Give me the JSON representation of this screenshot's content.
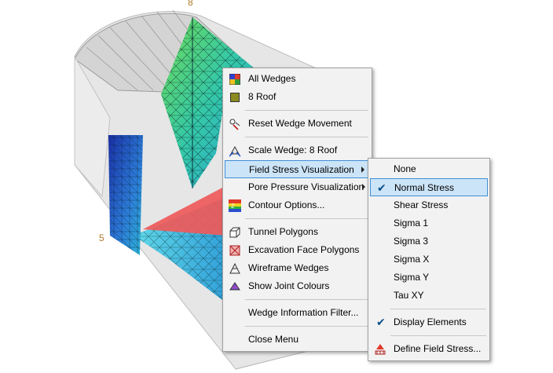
{
  "labels": {
    "wedge_top": "8",
    "wedge_left": "5"
  },
  "main_menu": {
    "items": [
      {
        "label": "All Wedges",
        "icon": "all-wedges-icon"
      },
      {
        "label": "8  Roof",
        "icon": "wedge-color-icon"
      },
      {
        "label": "Reset Wedge Movement",
        "icon": "reset-movement-icon"
      },
      {
        "label": "Scale Wedge: 8  Roof",
        "icon": "scale-wedge-icon"
      },
      {
        "label": "Field Stress Visualization"
      },
      {
        "label": "Pore Pressure Visualization"
      },
      {
        "label": "Contour Options...",
        "icon": "contour-icon"
      },
      {
        "label": "Tunnel Polygons",
        "icon": "tunnel-polygon-icon"
      },
      {
        "label": "Excavation Face Polygons",
        "icon": "face-polygon-icon"
      },
      {
        "label": "Wireframe Wedges",
        "icon": "wireframe-icon"
      },
      {
        "label": "Show Joint Colours",
        "icon": "joint-colours-icon"
      },
      {
        "label": "Wedge Information Filter..."
      },
      {
        "label": "Close Menu"
      }
    ]
  },
  "sub_menu": {
    "items": [
      {
        "label": "None",
        "checked": false
      },
      {
        "label": "Normal Stress",
        "checked": true
      },
      {
        "label": "Shear Stress",
        "checked": false
      },
      {
        "label": "Sigma 1",
        "checked": false
      },
      {
        "label": "Sigma 3",
        "checked": false
      },
      {
        "label": "Sigma X",
        "checked": false
      },
      {
        "label": "Sigma Y",
        "checked": false
      },
      {
        "label": "Tau XY",
        "checked": false
      },
      {
        "label": "Display Elements",
        "checked": true
      },
      {
        "label": "Define Field Stress...",
        "icon": "define-stress-icon"
      }
    ],
    "check_glyph": "✔"
  },
  "colors": {
    "highlight": "#cce4f7",
    "highlight_border": "#3f8fd6",
    "menu_bg": "#f2f2f2"
  }
}
